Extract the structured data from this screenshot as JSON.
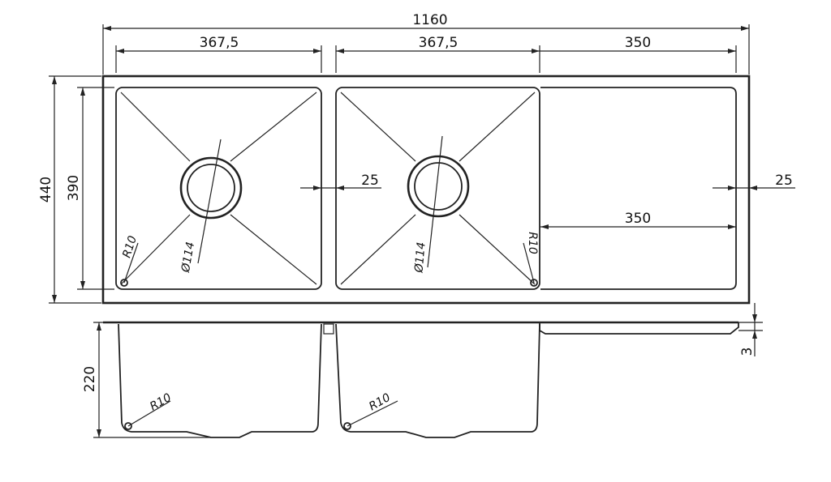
{
  "dimensions": {
    "overall_width": "1160",
    "bowl_left_width": "367,5",
    "bowl_right_width": "367,5",
    "drainboard_width": "350",
    "overall_depth": "440",
    "bowl_depth": "390",
    "bowl_left_offset": "25",
    "drainboard_offset": "25",
    "drainboard_inner_width": "350",
    "bowl_height": "220",
    "rim_thickness": "3",
    "corner_radius_left_top": "R10",
    "corner_radius_right_top": "R10",
    "drain_left": "Ø114",
    "drain_right": "Ø114",
    "corner_radius_left_side": "R10",
    "corner_radius_right_side": "R10"
  }
}
